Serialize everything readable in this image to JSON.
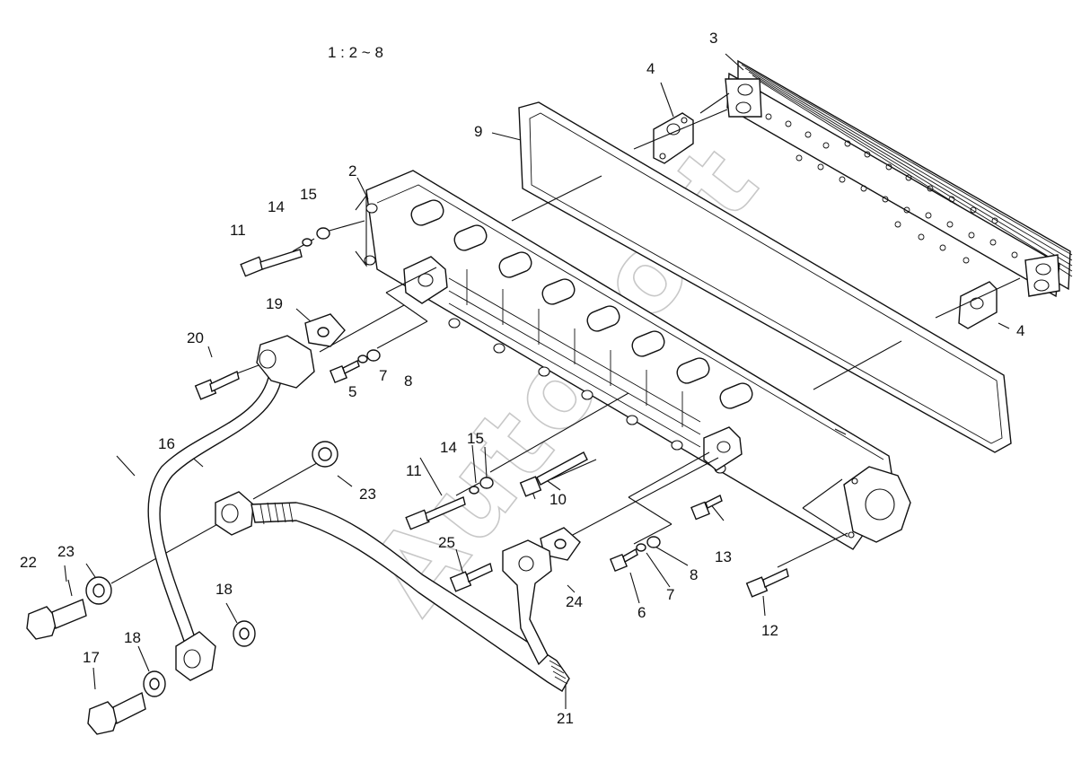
{
  "diagram": {
    "scale_note": "1 : 2 ~ 8",
    "watermark": "Autosoft",
    "callouts": [
      {
        "id": "c3",
        "text": "3"
      },
      {
        "id": "c4a",
        "text": "4"
      },
      {
        "id": "c9",
        "text": "9"
      },
      {
        "id": "c2",
        "text": "2"
      },
      {
        "id": "c15a",
        "text": "15"
      },
      {
        "id": "c14a",
        "text": "14"
      },
      {
        "id": "c11a",
        "text": "11"
      },
      {
        "id": "c19",
        "text": "19"
      },
      {
        "id": "c20",
        "text": "20"
      },
      {
        "id": "c5",
        "text": "5"
      },
      {
        "id": "c7a",
        "text": "7"
      },
      {
        "id": "c8a",
        "text": "8"
      },
      {
        "id": "c4b",
        "text": "4"
      },
      {
        "id": "c16",
        "text": "16"
      },
      {
        "id": "c14b",
        "text": "14"
      },
      {
        "id": "c15b",
        "text": "15"
      },
      {
        "id": "c11b",
        "text": "11"
      },
      {
        "id": "c23a",
        "text": "23"
      },
      {
        "id": "c10",
        "text": "10"
      },
      {
        "id": "c13",
        "text": "13"
      },
      {
        "id": "c22",
        "text": "22"
      },
      {
        "id": "c23b",
        "text": "23"
      },
      {
        "id": "c25",
        "text": "25"
      },
      {
        "id": "c24",
        "text": "24"
      },
      {
        "id": "c8b",
        "text": "8"
      },
      {
        "id": "c7b",
        "text": "7"
      },
      {
        "id": "c6",
        "text": "6"
      },
      {
        "id": "c12",
        "text": "12"
      },
      {
        "id": "c18a",
        "text": "18"
      },
      {
        "id": "c18b",
        "text": "18"
      },
      {
        "id": "c17",
        "text": "17"
      },
      {
        "id": "c21",
        "text": "21"
      }
    ]
  }
}
